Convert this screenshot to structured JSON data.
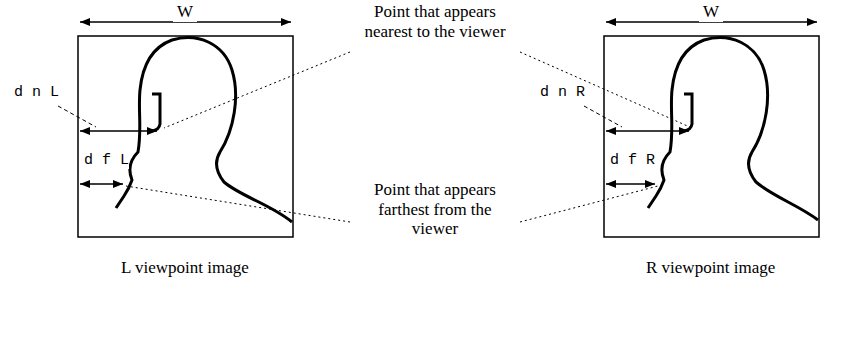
{
  "diagram": {
    "labels": [
      "W",
      "W",
      "d n L",
      "d f L",
      "d n R",
      "d f R",
      "Point that appears nearest to the viewer",
      "Point that appears farthest from the viewer",
      "L viewpoint image",
      "R viewpoint image"
    ]
  }
}
